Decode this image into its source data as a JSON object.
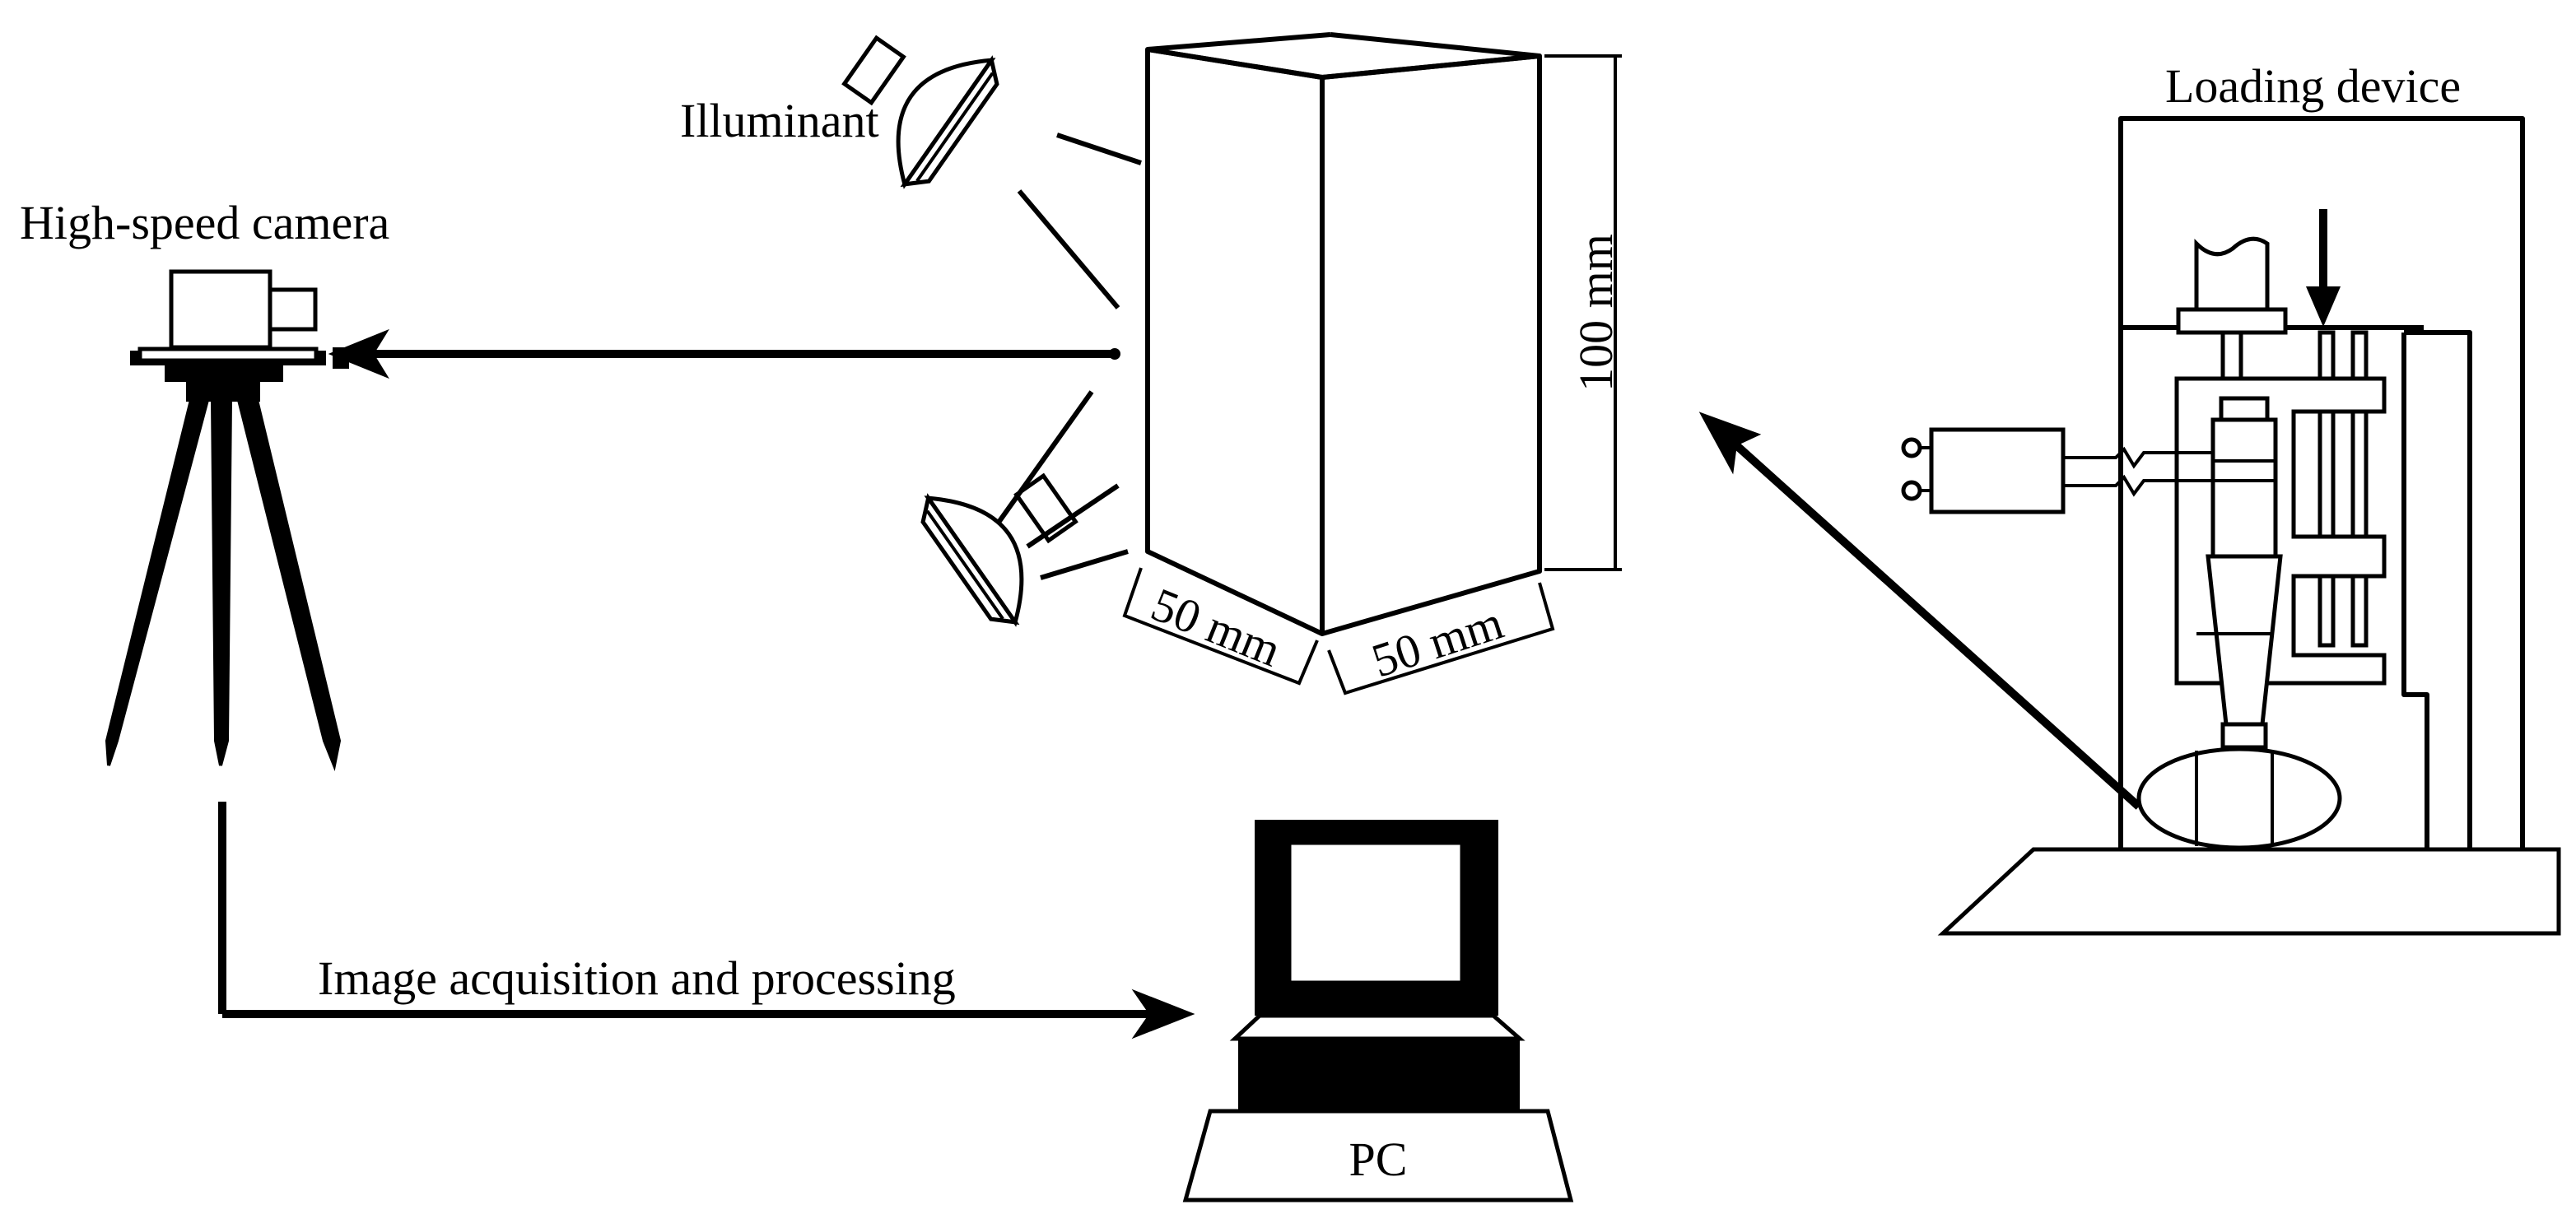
{
  "labels": {
    "camera": "High-speed camera",
    "illuminant": "Illuminant",
    "loading_device": "Loading device",
    "height_dim": "100 mm",
    "width_dim_left": "50 mm",
    "width_dim_right": "50 mm",
    "acquisition": "Image acquisition and processing",
    "pc": "PC"
  },
  "colors": {
    "ink": "#000000",
    "background": "#ffffff"
  }
}
